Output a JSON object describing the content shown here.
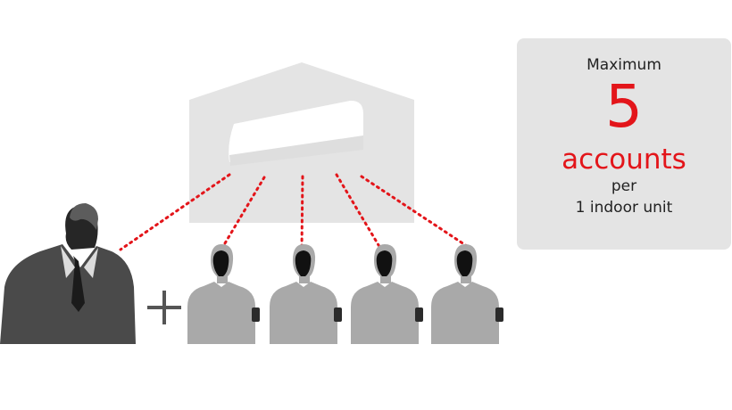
{
  "info_card": {
    "prefix": "Maximum",
    "number": "5",
    "unit": "accounts",
    "per": "per",
    "scope": "1 indoor unit"
  },
  "diagram": {
    "main_user_count": 1,
    "additional_user_count": 4,
    "connector_symbol": "+",
    "icons": [
      "house-icon",
      "air-conditioner-icon",
      "person-icon",
      "smartphone-icon",
      "plus-icon"
    ],
    "colors": {
      "house": "#e4e4e4",
      "main_user": "#4a4a4a",
      "additional_user": "#a9a9a9",
      "connection_dots": "#e3151a",
      "accent_text": "#e3151a",
      "card": "#e4e4e4"
    }
  }
}
